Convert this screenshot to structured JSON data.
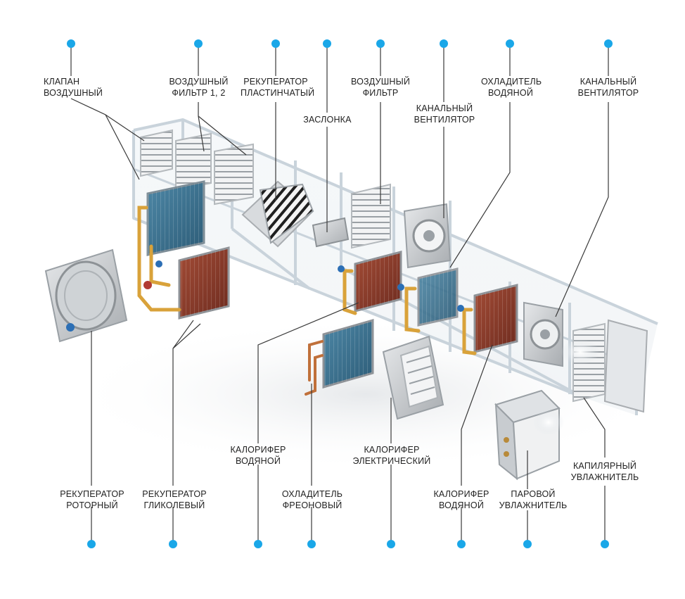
{
  "colors": {
    "dot": "#1aa7e8",
    "leader": "#3a3a3a",
    "frame": "#c9d3db",
    "coil_blue": "#3f7390",
    "coil_copper": "#8a3b2b",
    "pipe": "#d9a23a",
    "metal": "#c4c7ca"
  },
  "labels": {
    "valve": "КЛАПАН\nВОЗДУШНЫЙ",
    "filter12": "ВОЗДУШНЫЙ\nФИЛЬТР 1, 2",
    "plate_recuperator": "РЕКУПЕРАТОР\nПЛАСТИНЧАТЫЙ",
    "damper": "ЗАСЛОНКА",
    "filter": "ВОЗДУШНЫЙ\nФИЛЬТР",
    "duct_fan_1": "КАНАЛЬНЫЙ\nВЕНТИЛЯТОР",
    "water_cooler": "ОХЛАДИТЕЛЬ\nВОДЯНОЙ",
    "duct_fan_2": "КАНАЛЬНЫЙ\nВЕНТИЛЯТОР",
    "water_heater_1": "КАЛОРИФЕР\nВОДЯНОЙ",
    "electric_heater": "КАЛОРИФЕР\nЭЛЕКТРИЧЕСКИЙ",
    "rotary_recuperator": "РЕКУПЕРАТОР\nРОТОРНЫЙ",
    "glycol_recuperator": "РЕКУПЕРАТОР\nГЛИКОЛЕВЫЙ",
    "freon_cooler": "ОХЛАДИТЕЛЬ\nФРЕОНОВЫЙ",
    "water_heater_2": "КАЛОРИФЕР\nВОДЯНОЙ",
    "steam_humidifier": "ПАРОВОЙ\nУВЛАЖНИТЕЛЬ",
    "capillary_humidifier": "КАПИЛЯРНЫЙ\nУВЛАЖНИТЕЛЬ"
  }
}
